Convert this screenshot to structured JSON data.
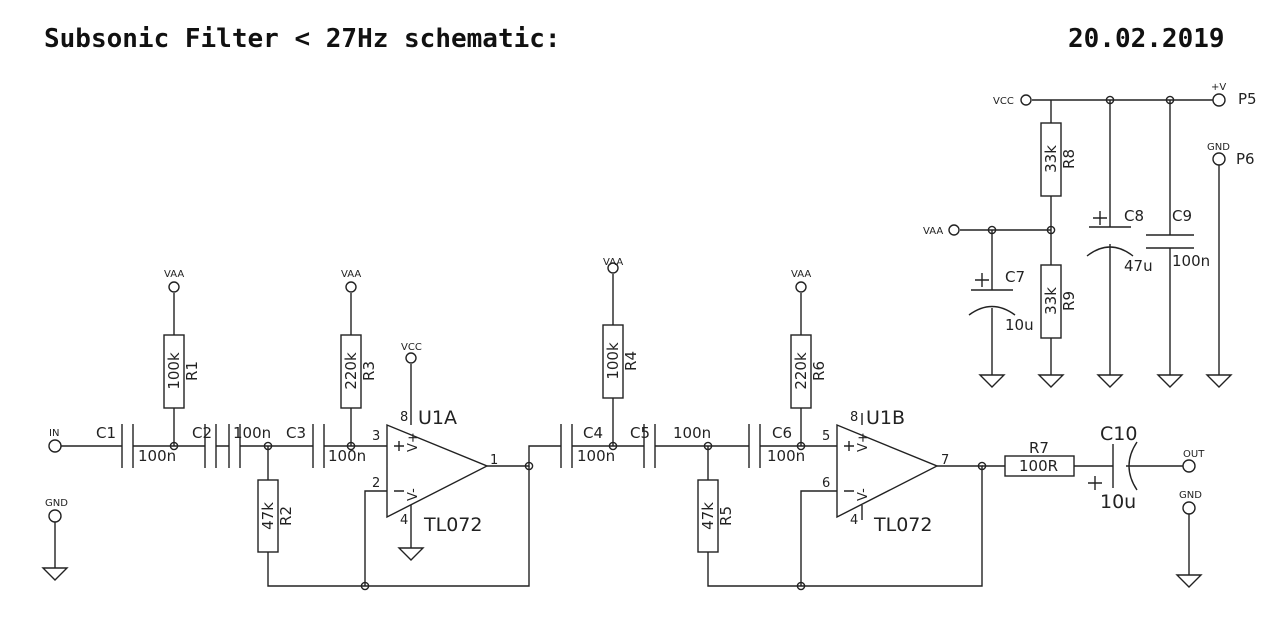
{
  "title": "Subsonic Filter < 27Hz schematic:",
  "date": "20.02.2019",
  "nets": {
    "vcc": "VCC",
    "vaa": "VAA",
    "gnd": "GND",
    "in": "IN",
    "out": "OUT",
    "vplus": "+V"
  },
  "ports": {
    "p5": "P5",
    "p6": "P6"
  },
  "components": {
    "c1": {
      "ref": "C1",
      "value": "100n"
    },
    "c2": {
      "ref": "C2",
      "value": "100n"
    },
    "c3": {
      "ref": "C3",
      "value": "100n"
    },
    "c4": {
      "ref": "C4",
      "value": "100n"
    },
    "c5": {
      "ref": "C5",
      "value": "100n"
    },
    "c6": {
      "ref": "C6",
      "value": "100n"
    },
    "c7": {
      "ref": "C7",
      "value": "10u"
    },
    "c8": {
      "ref": "C8",
      "value": "47u"
    },
    "c9": {
      "ref": "C9",
      "value": "100n"
    },
    "c10": {
      "ref": "C10",
      "value": "10u"
    },
    "r1": {
      "ref": "R1",
      "value": "100k"
    },
    "r2": {
      "ref": "R2",
      "value": "47k"
    },
    "r3": {
      "ref": "R3",
      "value": "220k"
    },
    "r4": {
      "ref": "R4",
      "value": "100k"
    },
    "r5": {
      "ref": "R5",
      "value": "47k"
    },
    "r6": {
      "ref": "R6",
      "value": "220k"
    },
    "r7": {
      "ref": "R7",
      "value": "100R"
    },
    "r8": {
      "ref": "R8",
      "value": "33k"
    },
    "r9": {
      "ref": "R9",
      "value": "33k"
    },
    "u1a": {
      "ref": "U1A",
      "value": "TL072"
    },
    "u1b": {
      "ref": "U1B",
      "value": "TL072"
    }
  },
  "opamp": {
    "vplus_pin": "V+",
    "vminus_pin": "V-",
    "plus_sign": "+",
    "minus_sign": "-",
    "polarity_plus": "+"
  },
  "pins": {
    "u1a_in_plus": "3",
    "u1a_in_minus": "2",
    "u1a_out": "1",
    "u1a_vp": "8",
    "u1a_vm": "4",
    "u1b_in_plus": "5",
    "u1b_in_minus": "6",
    "u1b_out": "7",
    "u1b_vp": "8",
    "u1b_vm": "4"
  }
}
